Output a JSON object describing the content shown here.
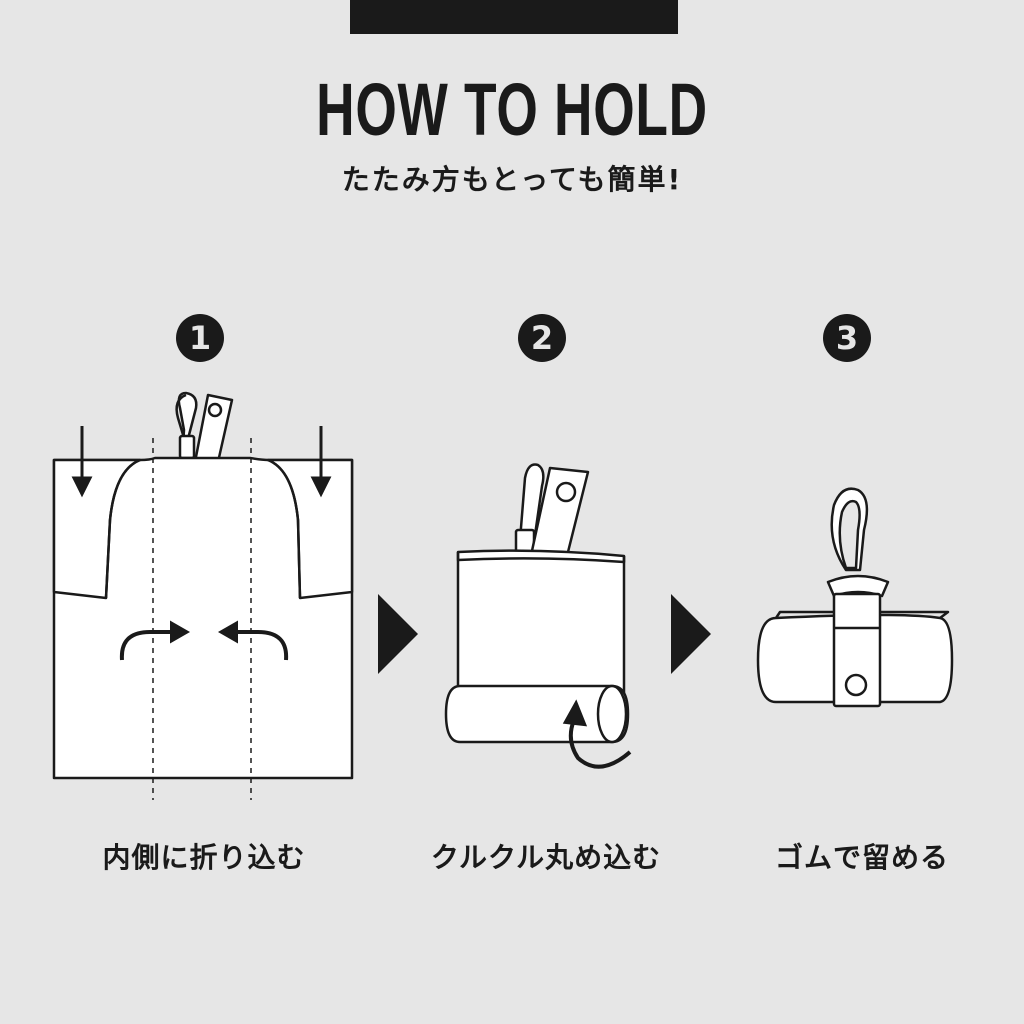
{
  "title": "HOW TO HOLD",
  "subtitle": "たたみ方もとっても簡単!",
  "steps": [
    {
      "number": "1",
      "caption": "内側に折り込む"
    },
    {
      "number": "2",
      "caption": "クルクル丸め込む"
    },
    {
      "number": "3",
      "caption": "ゴムで留める"
    }
  ],
  "colors": {
    "background": "#e6e6e6",
    "ink": "#1a1a1a",
    "paper": "#ffffff"
  },
  "icons": [
    "down-arrow-icon",
    "curved-arrow-icon",
    "play-triangle-icon",
    "carabiner-icon"
  ]
}
